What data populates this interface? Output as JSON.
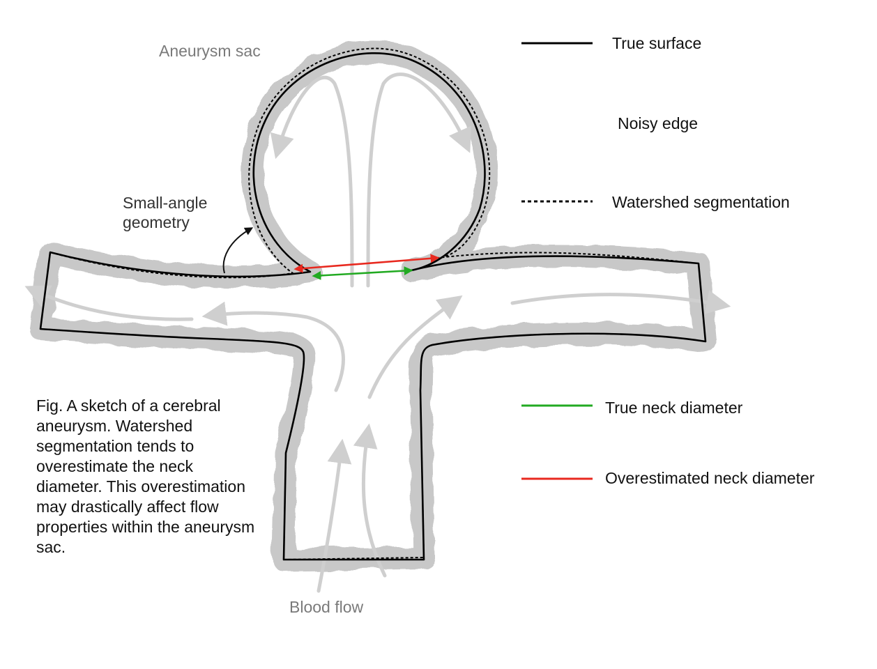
{
  "annotations": {
    "aneurysm_sac": "Aneurysm sac",
    "small_angle": "Small-angle\ngeometry",
    "blood_flow": "Blood flow"
  },
  "legend": {
    "true_surface": "True surface",
    "noisy_edge": "Noisy edge",
    "watershed": "Watershed segmentation",
    "true_neck": "True neck diameter",
    "overestimated_neck": "Overestimated neck diameter"
  },
  "caption": "Fig. A sketch of a cerebral aneurysm. Watershed segmentation tends to overestimate the neck diameter. This overestimation may drastically affect flow properties within the aneurysm sac.",
  "colors": {
    "true_surface": "#000000",
    "noisy_edge": "#c8c8c8",
    "flow_arrows": "#cfcfcf",
    "true_neck": "#22aa22",
    "overestimated_neck": "#e8291f"
  }
}
